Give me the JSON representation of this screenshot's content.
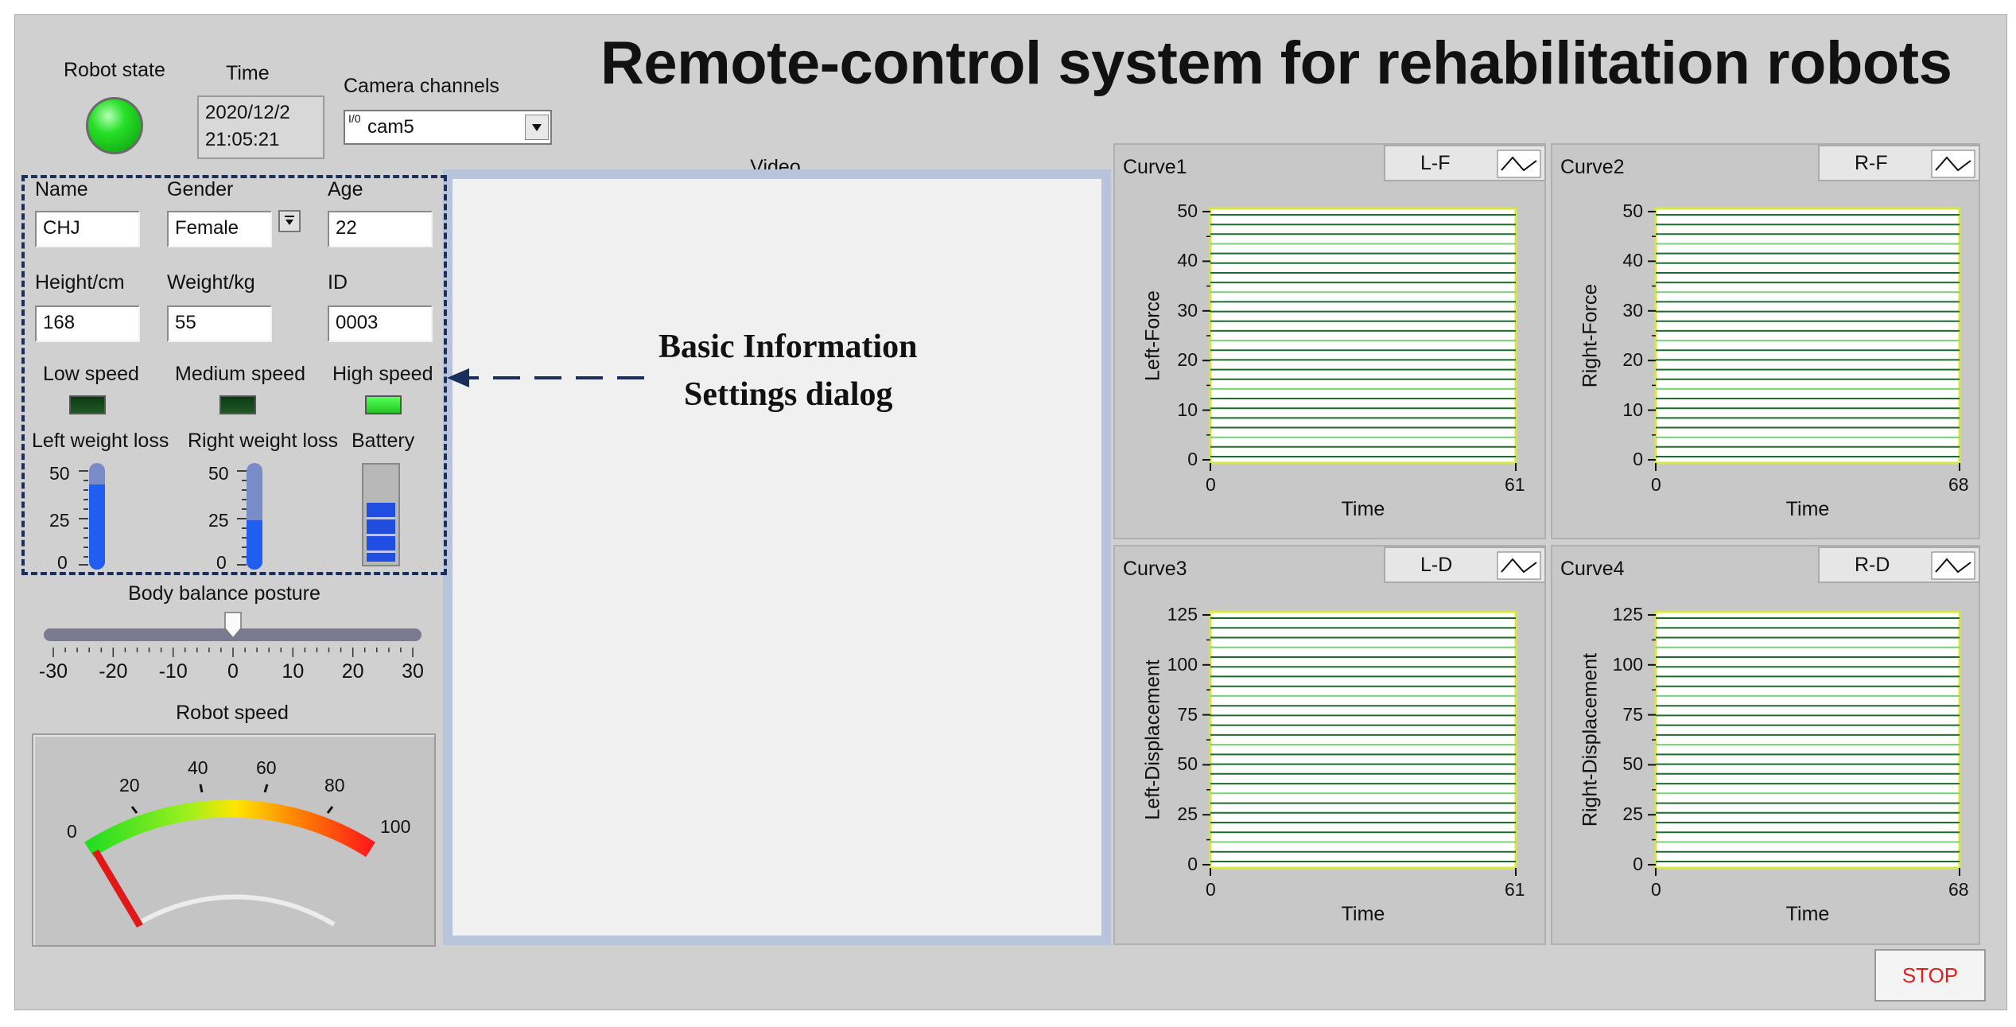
{
  "title": "Remote-control system for rehabilitation robots",
  "robot_state": {
    "label": "Robot state",
    "on": true
  },
  "time": {
    "label": "Time",
    "date": "2020/12/2",
    "clock": "21:05:21"
  },
  "camera": {
    "label": "Camera channels",
    "prefix": "I/0",
    "value": "cam5"
  },
  "video": {
    "label": "Video"
  },
  "info": {
    "name": {
      "label": "Name",
      "value": "CHJ"
    },
    "gender": {
      "label": "Gender",
      "value": "Female"
    },
    "age": {
      "label": "Age",
      "value": "22"
    },
    "height": {
      "label": "Height/cm",
      "value": "168"
    },
    "weight": {
      "label": "Weight/kg",
      "value": "55"
    },
    "id": {
      "label": "ID",
      "value": "0003"
    }
  },
  "speed_leds": [
    {
      "label": "Low speed",
      "on": false
    },
    {
      "label": "Medium speed",
      "on": false
    },
    {
      "label": "High speed",
      "on": true
    }
  ],
  "tanks": [
    {
      "label": "Left weight loss",
      "value": 40,
      "max": 50,
      "ticks": [
        "50",
        "25",
        "0"
      ]
    },
    {
      "label": "Right weight loss",
      "value": 23,
      "max": 50,
      "ticks": [
        "50",
        "25",
        "0"
      ]
    }
  ],
  "battery": {
    "label": "Battery",
    "level": 0.65
  },
  "balance": {
    "label": "Body balance posture",
    "value": 0,
    "min": -30,
    "max": 30,
    "ticks": [
      "-30",
      "-20",
      "-10",
      "0",
      "10",
      "20",
      "30"
    ]
  },
  "robot_speed": {
    "label": "Robot speed",
    "value": 0,
    "min": 0,
    "max": 100,
    "ticks": [
      "0",
      "20",
      "40",
      "60",
      "80",
      "100"
    ]
  },
  "annotation": {
    "line1": "Basic Information",
    "line2": "Settings dialog"
  },
  "stop_label": "STOP",
  "charts": [
    {
      "title": "Curve1",
      "tag": "L-F",
      "ylabel": "Left-Force",
      "xlabel": "Time",
      "yticks": [
        "50",
        "40",
        "30",
        "20",
        "10",
        "0"
      ],
      "xmin": "0",
      "xmax": "61"
    },
    {
      "title": "Curve2",
      "tag": "R-F",
      "ylabel": "Right-Force",
      "xlabel": "Time",
      "yticks": [
        "50",
        "40",
        "30",
        "20",
        "10",
        "0"
      ],
      "xmin": "0",
      "xmax": "68"
    },
    {
      "title": "Curve3",
      "tag": "L-D",
      "ylabel": "Left-Displacement",
      "xlabel": "Time",
      "yticks": [
        "125",
        "100",
        "75",
        "50",
        "25",
        "0"
      ],
      "xmin": "0",
      "xmax": "61"
    },
    {
      "title": "Curve4",
      "tag": "R-D",
      "ylabel": "Right-Displacement",
      "xlabel": "Time",
      "yticks": [
        "125",
        "100",
        "75",
        "50",
        "25",
        "0"
      ],
      "xmin": "0",
      "xmax": "68"
    }
  ],
  "colors": {
    "led_on": "#1ec81e",
    "tank_fill": "#1f5ef0",
    "plot_line": "#2a7a3a",
    "stop_text": "#e02020"
  }
}
